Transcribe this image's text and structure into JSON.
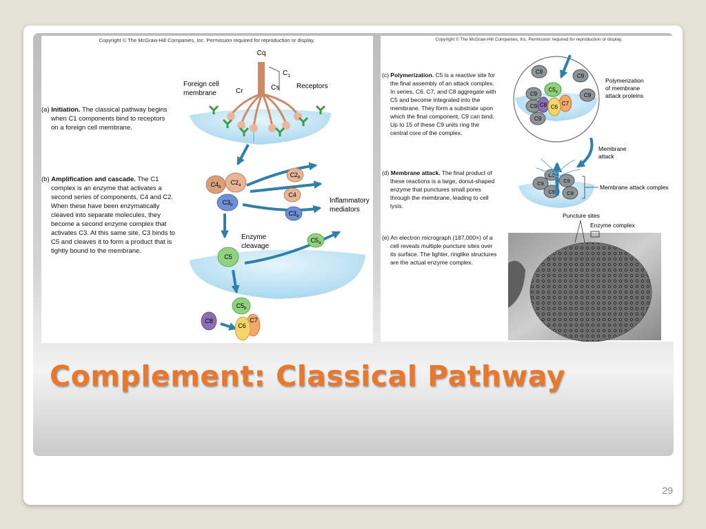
{
  "slide": {
    "title": "Complement: Classical Pathway",
    "number": "29"
  },
  "figure_left": {
    "copyright": "Copyright © The McGraw-Hill Companies, Inc. Permission required for reproduction or display.",
    "labels": {
      "cq": "Cq",
      "c1": "C",
      "c1_sub": "1",
      "cr": "Cr",
      "cs": "Cs",
      "receptors": "Receptors",
      "foreign_cell_line1": "Foreign cell",
      "foreign_cell_line2": "membrane",
      "inflammatory_line1": "Inflammatory",
      "inflammatory_line2": "mediators",
      "enzyme_line1": "Enzyme",
      "enzyme_line2": "cleavage"
    },
    "panel_a": {
      "letter": "(a)",
      "heading": "Initiation.",
      "lines": [
        "The classical pathway begins",
        "when C1 components bind to receptors",
        "on a foreign cell membrane."
      ]
    },
    "panel_b": {
      "letter": "(b)",
      "heading": "Amplification and cascade.",
      "lines": [
        "The C1",
        "complex is an enzyme that activates a",
        "second series of components, C4 and C2.",
        "When these have been enzymatically",
        "cleaved into separate molecules, they",
        "become a second enzyme complex that",
        "activates C3. At this same site, C3 binds to",
        "C5 and cleaves it to form a product that is",
        "tightly bound to the membrane."
      ]
    },
    "molecules": {
      "c4b": "C4",
      "c4b_sub": "b",
      "c2a": "C2",
      "c2a_sub": "a",
      "c3b": "C3",
      "c3b_sub": "b",
      "c2b": "C2",
      "c2b_sub": "b",
      "c4": "C4",
      "c3a": "C3",
      "c3a_sub": "a",
      "c5a": "C5",
      "c5a_sub": "a",
      "c5": "C5",
      "c5b": "C5",
      "c5b_sub": "b",
      "c8": "C8",
      "c6": "C6",
      "c7": "C7"
    }
  },
  "figure_right": {
    "copyright": "Copyright © The McGraw-Hill Companies, Inc. Permission required for reproduction or display.",
    "panel_c": {
      "letter": "(c)",
      "heading": "Polymerization.",
      "lines": [
        "C5 is a reactive site for",
        "the final assembly of an attack complex.",
        "In series, C6, C7, and C8 aggregate with",
        "C5 and become integrated into the",
        "membrane. They form a substrate upon",
        "which the final component, C9 can bind.",
        "Up to 15 of these C9 units ring the",
        "central core of the complex."
      ]
    },
    "panel_d": {
      "letter": "(d)",
      "heading": "Membrane attack.",
      "lines": [
        "The final product of",
        "these reactions is a large, donut-shaped",
        "enzyme that punctures small pores",
        "through the membrane, leading to cell",
        "lysis."
      ]
    },
    "panel_e": {
      "letter": "(e)",
      "lines": [
        "An electron micrograph (187,000×) of a",
        "cell reveals multiple puncture sites over",
        "its surface. The lighter, ringlike structures",
        "are the actual enzyme complex."
      ]
    },
    "labels": {
      "polymerization_line1": "Polymerization",
      "polymerization_line2": "of membrane",
      "polymerization_line3": "attack proteins",
      "membrane_attack_line1": "Membrane",
      "membrane_attack_line2": "attack",
      "membrane_attack_complex": "Membrane attack complex",
      "puncture_sites": "Puncture sites",
      "enzyme_complex": "Enzyme complex"
    },
    "molecules": {
      "c9": "C9",
      "c5b": "C5",
      "c5b_sub": "b",
      "c8": "C8",
      "c6": "C6",
      "c7": "C7"
    }
  },
  "colors": {
    "title": "#e8782e",
    "membrane": "#bfe3f4",
    "arrow": "#2f7fa8",
    "c4b": "#d9a07a",
    "c2": "#d9a07a",
    "c3": "#6e90d4",
    "c5": "#8fd17e",
    "c6": "#f6d36b",
    "c7": "#f2a86a",
    "c8": "#8a6fb3",
    "c9": "#8e9496"
  }
}
